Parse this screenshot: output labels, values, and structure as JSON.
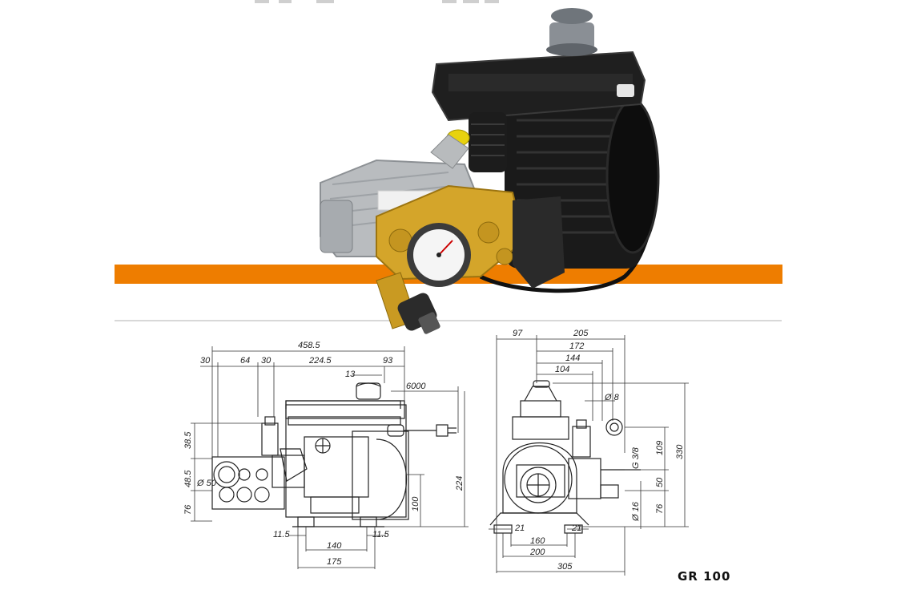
{
  "model_label": "GR 100",
  "colors": {
    "accent_band": "#ee7d00",
    "motor_body": "#1a1a1a",
    "pump_head": "#d4a52a",
    "pump_housing": "#b9bcbf"
  },
  "side_view": {
    "dims_top": {
      "overall": "458.5",
      "a": "30",
      "b": "64",
      "c": "30",
      "d": "224.5",
      "e": "93",
      "f": "13",
      "cable": "6000"
    },
    "dims_left": {
      "a": "38.5",
      "b": "48.5",
      "c": "76",
      "diameter": "Ø 50"
    },
    "dims_right": {
      "a": "100",
      "b": "224"
    },
    "dims_bottom": {
      "a": "11.5",
      "b": "11.5",
      "c": "140",
      "d": "175"
    }
  },
  "front_view": {
    "dims_top": {
      "a": "97",
      "b": "205",
      "c": "172",
      "d": "144",
      "e": "104",
      "f": "Ø 8"
    },
    "dims_right": {
      "g": "G 3/8",
      "a": "109",
      "b": "330",
      "c": "50",
      "d": "76",
      "diameter": "Ø 16"
    },
    "dims_bottom": {
      "a": "21",
      "b": "21",
      "c": "160",
      "d": "200",
      "e": "305"
    }
  }
}
